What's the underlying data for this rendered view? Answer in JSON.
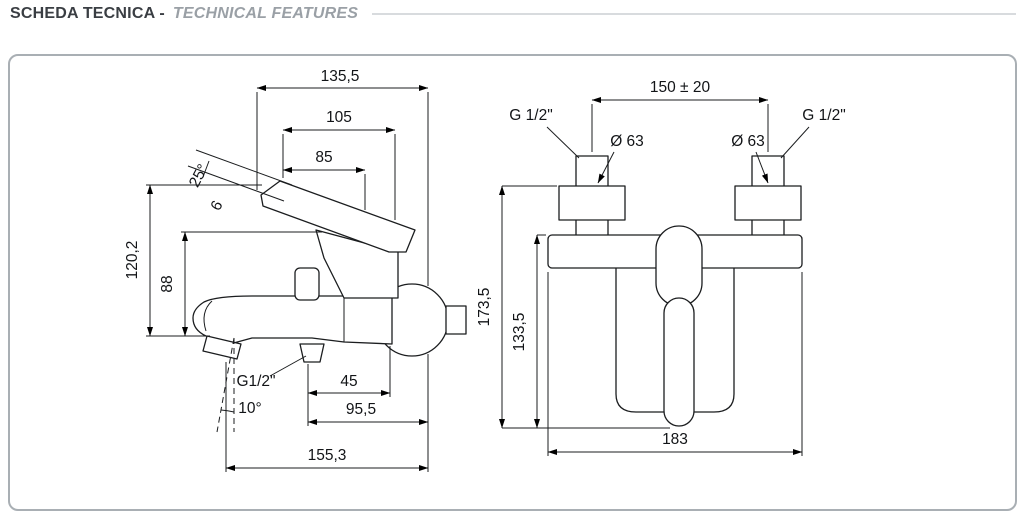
{
  "header": {
    "title": "SCHEDA TECNICA -",
    "subtitle": "TECHNICAL FEATURES"
  },
  "colors": {
    "line": "#1b1d1f",
    "frame_border": "#a9afb4",
    "subtitle_gray": "#9aa0a6"
  },
  "side_view": {
    "dim_total_depth": "135,5",
    "dim_105": "105",
    "dim_85": "85",
    "angle_25": "25°",
    "dim_6": "6",
    "dim_height": "120,2",
    "dim_88": "88",
    "thread": "G1/2\"",
    "dim_45": "45",
    "dim_95_5": "95,5",
    "angle_10": "10°",
    "dim_155_3": "155,3"
  },
  "front_view": {
    "dim_spacing": "150 ± 20",
    "thread_left": "G 1/2\"",
    "thread_right": "G 1/2\"",
    "dia_left": "Ø 63",
    "dia_right": "Ø 63",
    "dim_height_total": "173,5",
    "dim_height_body": "133,5",
    "dim_width": "183"
  }
}
